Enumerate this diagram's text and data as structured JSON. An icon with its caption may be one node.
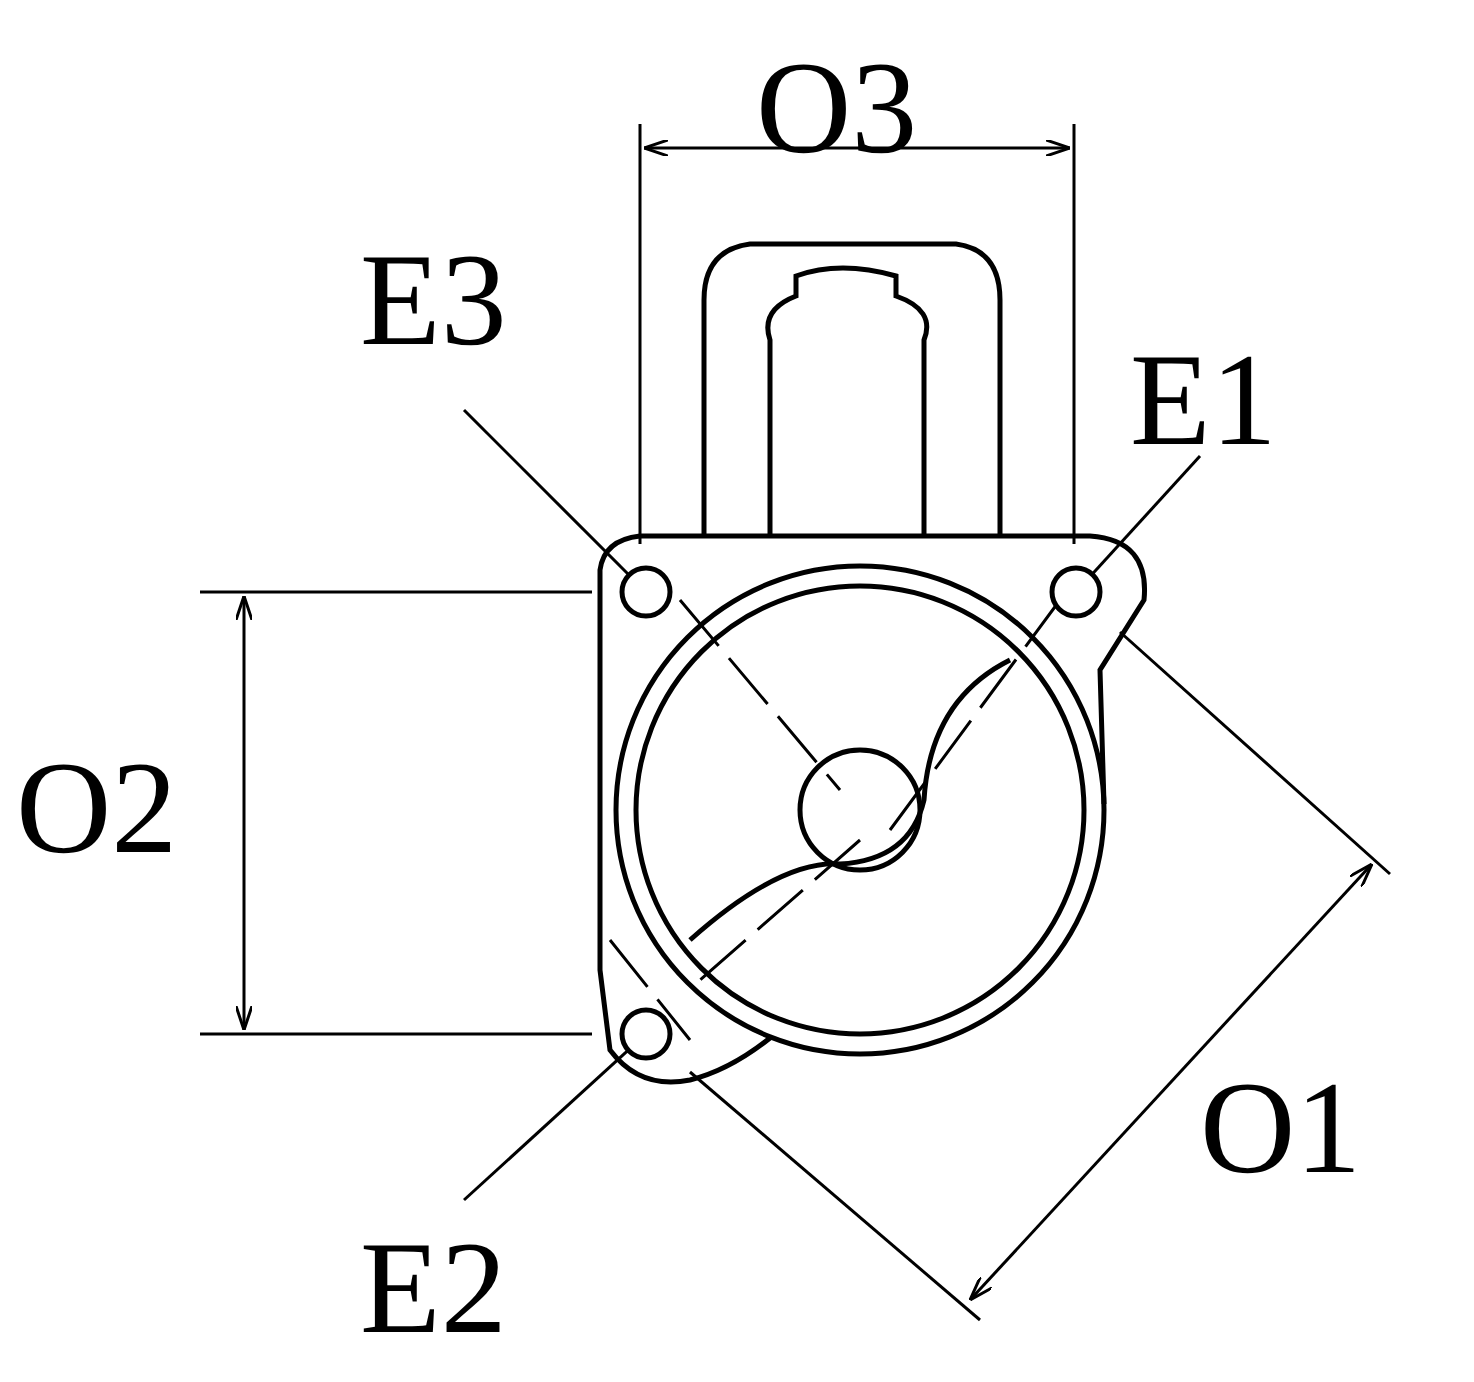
{
  "diagram": {
    "nodes": [
      {
        "text": [
          "E3"
        ]
      },
      {
        "text": [
          "E1"
        ]
      },
      {
        "text": [],
        "shape": "circle"
      },
      {
        "text": [],
        "shape": "circle"
      },
      {
        "text": [],
        "shape": "circle"
      },
      {
        "text": [
          "E2"
        ]
      }
    ],
    "edges": [
      {
        "from": 0,
        "to": 2,
        "arrow": "none"
      },
      {
        "from": 1,
        "to": 3,
        "arrow": "none"
      },
      {
        "from": 5,
        "to": 4,
        "arrow": "none"
      }
    ],
    "labels": [
      "O3",
      "O2",
      "O1"
    ]
  }
}
